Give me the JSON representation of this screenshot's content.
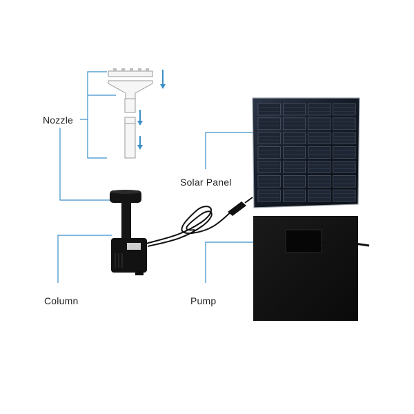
{
  "labels": {
    "nozzle": "Nozzle",
    "solar_panel": "Solar Panel",
    "column": "Column",
    "pump": "Pump"
  },
  "colors": {
    "callout_line": "#3b8fc9",
    "arrow": "#3b8fc9",
    "device_black": "#111111",
    "panel_cell": "#1e2533",
    "panel_frame": "#9aa3ad",
    "text": "#222222"
  },
  "icons": {
    "direction_arrow": "down-arrow-icon"
  }
}
